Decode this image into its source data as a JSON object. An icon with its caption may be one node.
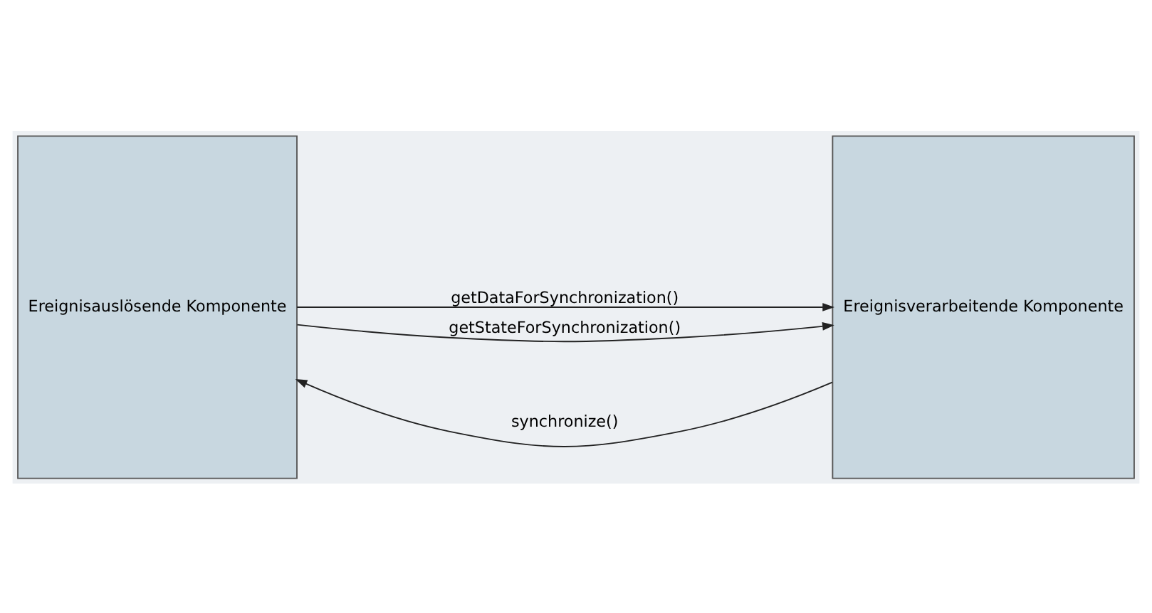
{
  "diagram": {
    "nodes": [
      {
        "text": [
          "Ereignisauslösende Komponente"
        ]
      },
      {
        "text": [
          "Ereignisverarbeitende Komponente"
        ]
      }
    ],
    "edges": [
      {
        "from": 1,
        "to": 0,
        "arrow": "to",
        "label": "synchronize()"
      },
      {
        "from": 0,
        "to": 1,
        "arrow": "to",
        "label": "getDataForSynchronization()"
      },
      {
        "from": 0,
        "to": 1,
        "arrow": "to",
        "label": "getStateForSynchronization()"
      }
    ]
  }
}
